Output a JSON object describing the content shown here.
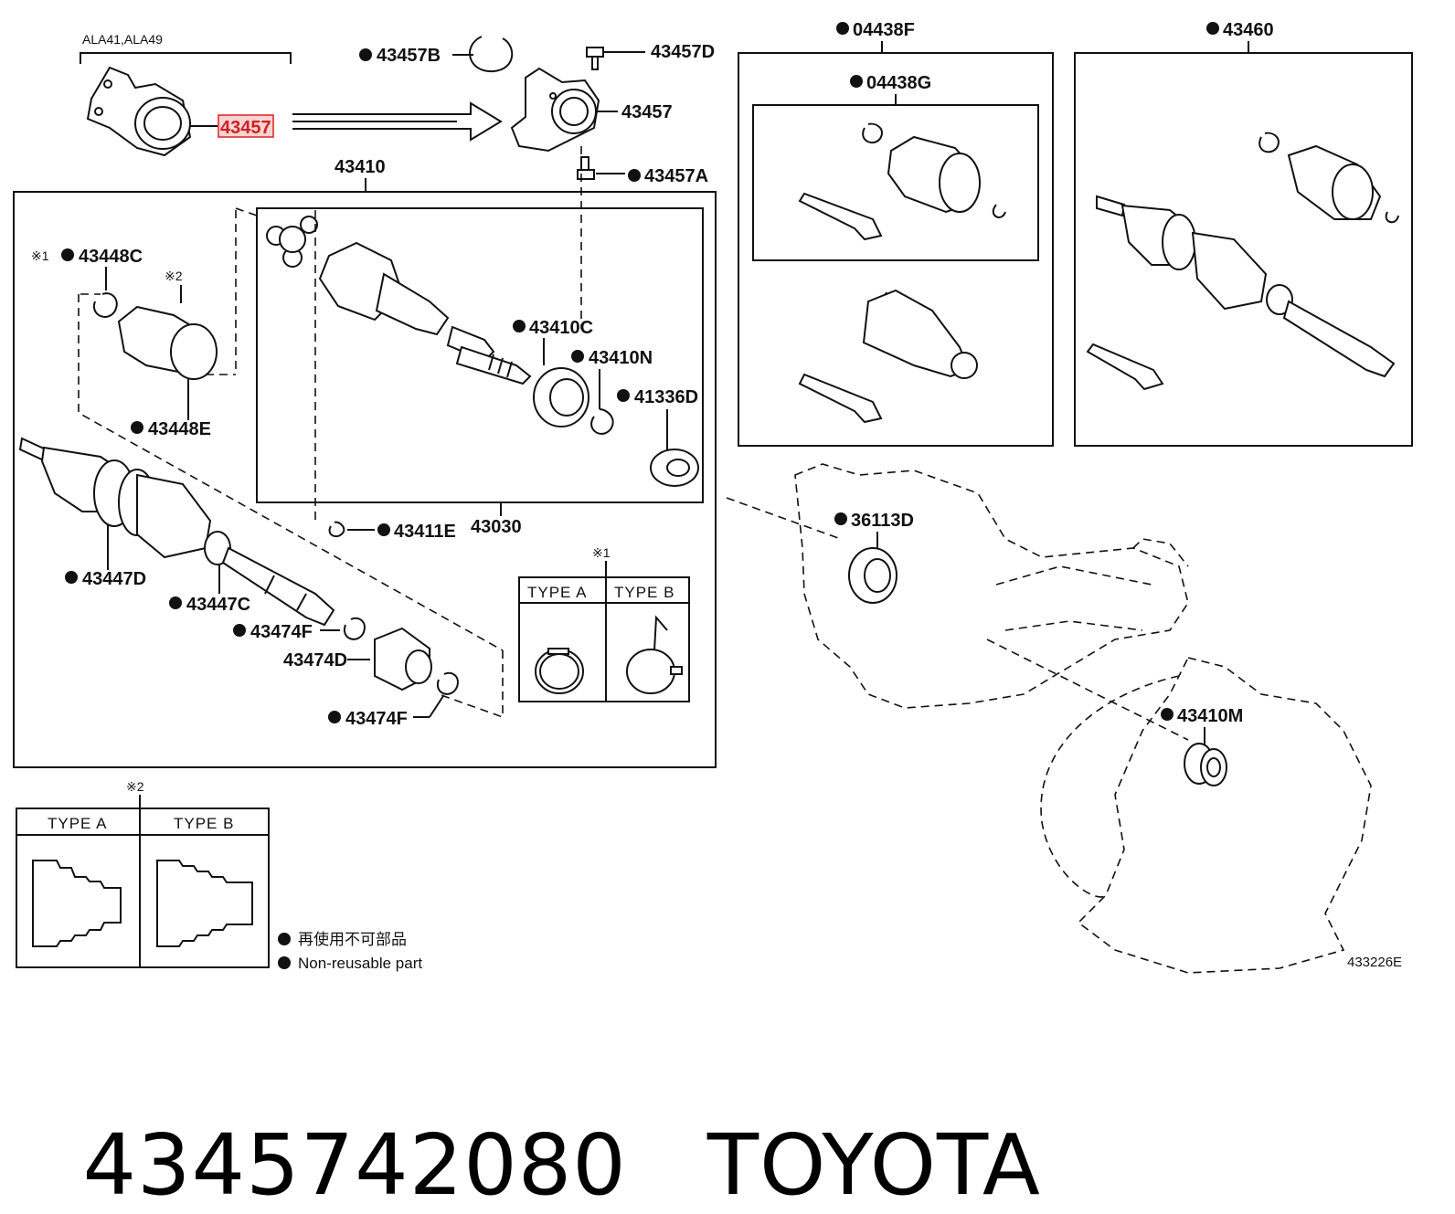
{
  "diagram": {
    "variant_note": "ALA41,ALA49",
    "highlight_part": "43457",
    "labels": {
      "p43457B": "43457B",
      "p43457D": "43457D",
      "p43457": "43457",
      "p43457A": "43457A",
      "p43410": "43410",
      "p43448C": "43448C",
      "p43448E": "43448E",
      "p43410C": "43410C",
      "p43410N": "43410N",
      "p41336D": "41336D",
      "p43447D": "43447D",
      "p43447C": "43447C",
      "p43474F_1": "43474F",
      "p43474D": "43474D",
      "p43474F_2": "43474F",
      "p43411E": "43411E",
      "p43030": "43030",
      "p04438F": "04438F",
      "p04438G": "04438G",
      "p43460": "43460",
      "p36113D": "36113D",
      "p43410M": "43410M",
      "mark1": "※1",
      "mark2": "※2",
      "mark1b": "※1",
      "mark2b": "※2"
    },
    "type_table_1": {
      "col_a": "TYPE  A",
      "col_b": "TYPE  B"
    },
    "type_table_2": {
      "col_a": "TYPE A",
      "col_b": "TYPE B"
    },
    "legend": {
      "line_jp": "再使用不可部品",
      "line_en": "Non-reusable part"
    },
    "figure_code": "433226E"
  },
  "caption": {
    "part_number": "4345742080",
    "brand": "TOYOTA"
  }
}
